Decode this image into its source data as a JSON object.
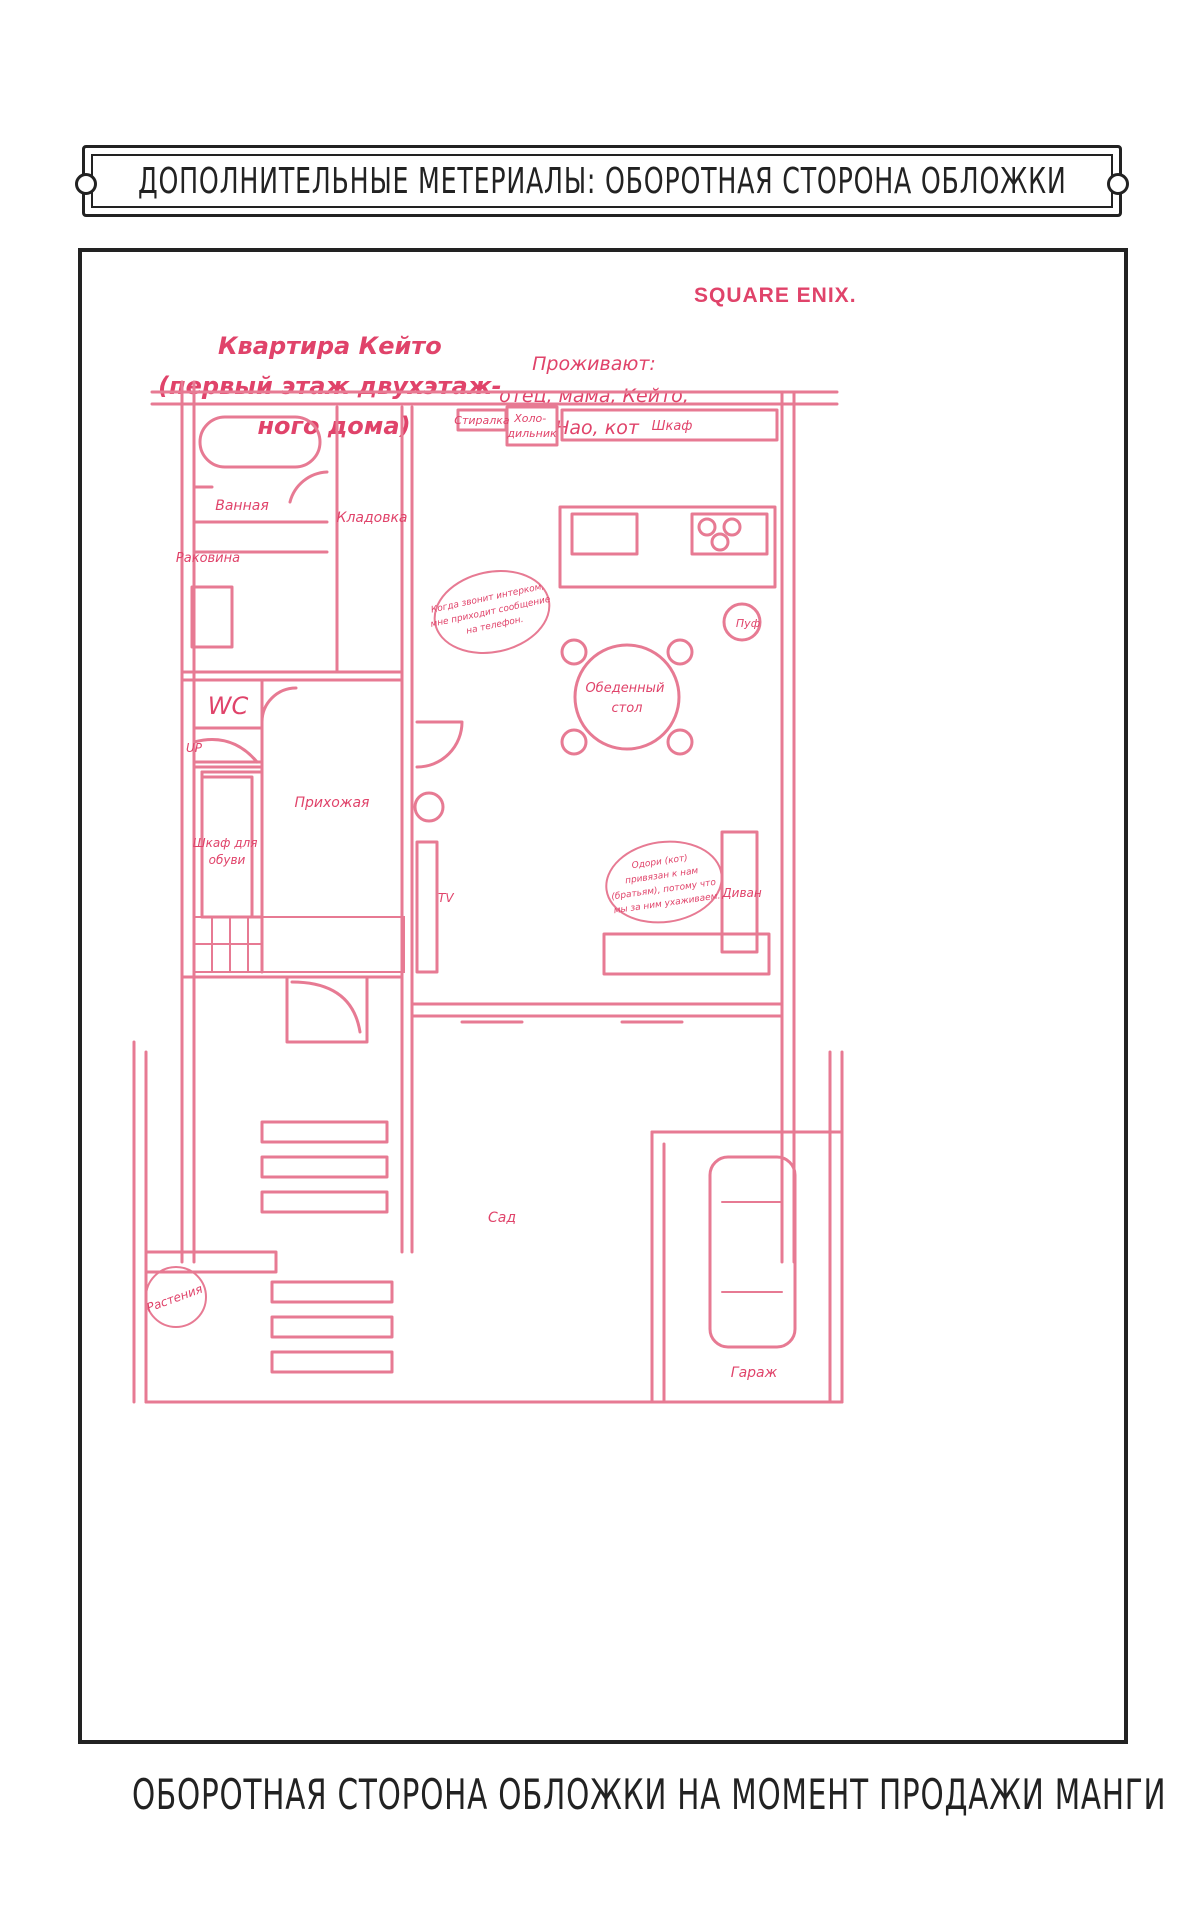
{
  "banner": {
    "title": "Дополнительные метериалы: оборотная сторона обложки"
  },
  "caption": "Оборотная сторона обложки на момент продажи манги",
  "brand": "SQUARE ENIX.",
  "colors": {
    "accent": "#e0436a",
    "line": "#e77a93",
    "ink": "#222222"
  },
  "plan": {
    "title_lines": [
      "Квартира Кейто",
      "(первый этаж двухэтаж-",
      "ного дома)"
    ],
    "residents_lines": [
      "Проживают:",
      "отец, мама, Кейто,",
      "Нао, кот"
    ],
    "rooms": {
      "washer": "Стиралка",
      "fridge_1": "Холо-",
      "fridge_2": "дильник",
      "closet": "Шкаф",
      "bathroom": "Ванная",
      "storage": "Кладовка",
      "sink": "Раковина",
      "wc": "WC",
      "up": "UP",
      "hallway": "Прихожая",
      "shoe_1": "Шкаф для",
      "shoe_2": "обуви",
      "pouf": "Пуф",
      "table_1": "Обеденный",
      "table_2": "стол",
      "sofa": "Диван",
      "tv": "TV",
      "garden": "Сад",
      "plants": "Растения",
      "garage": "Гараж"
    },
    "bubble_intercom": [
      "Когда звонит интерком,",
      "мне приходит сообщение",
      "на телефон."
    ],
    "bubble_cat": [
      "Одори (кот)",
      "привязан к нам",
      "(братьям), потому что",
      "мы за ним ухаживаем."
    ]
  }
}
